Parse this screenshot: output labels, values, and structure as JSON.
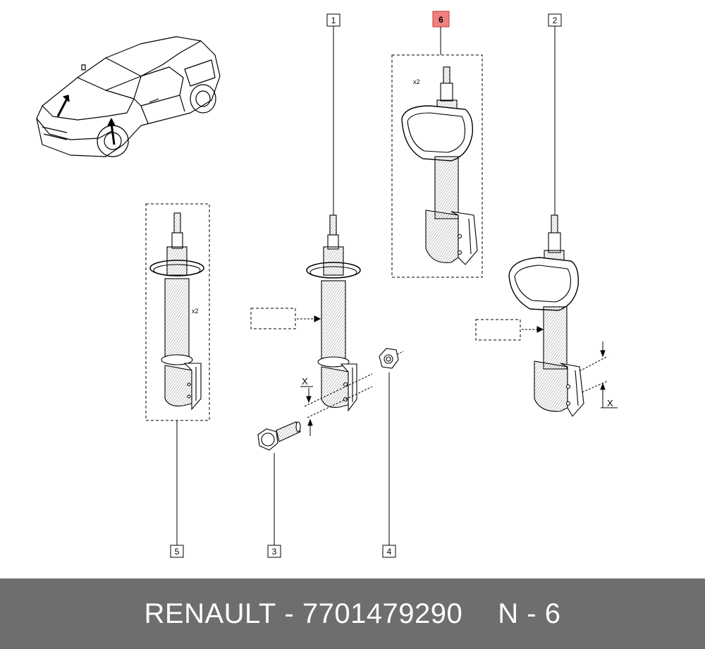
{
  "callouts": {
    "c1": "1",
    "c2": "2",
    "c3": "3",
    "c4": "4",
    "c5": "5",
    "c6": "6"
  },
  "annotations": {
    "qty_5": "x2",
    "qty_6": "x2",
    "dim_left": "X",
    "dim_right": "X"
  },
  "colors": {
    "highlight_fill": "#f08080",
    "highlight_stroke": "#c0392b",
    "footer_bg": "#6e6e6e",
    "footer_text": "#ffffff"
  },
  "footer": {
    "brand": "RENAULT",
    "separator": "-",
    "part_number": "7701479290",
    "ref": "N - 6"
  }
}
